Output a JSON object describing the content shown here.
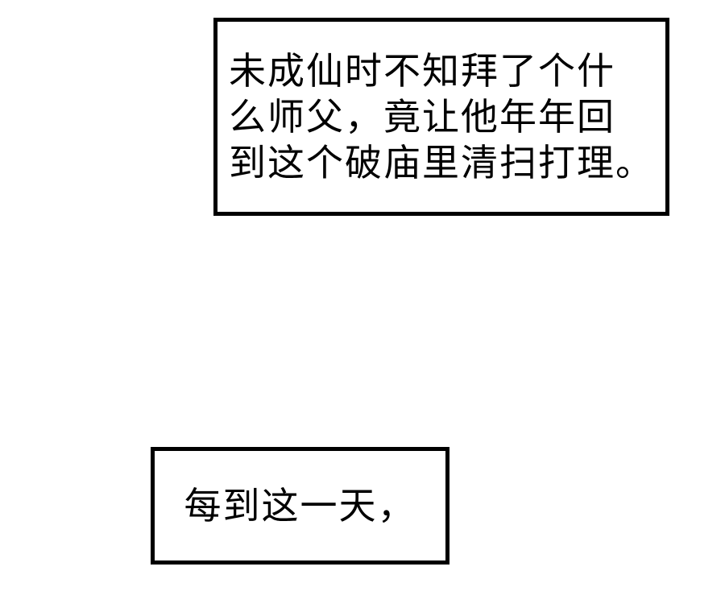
{
  "colors": {
    "background": "#ffffff",
    "box_border": "#000000",
    "text": "#000000"
  },
  "narration_box_top": {
    "lines": [
      "未成仙时不知拜了个什",
      "么师父，竟让他年年回",
      "到这个破庙里清扫打理。"
    ]
  },
  "narration_box_bottom": {
    "text": "每到这一天，"
  }
}
